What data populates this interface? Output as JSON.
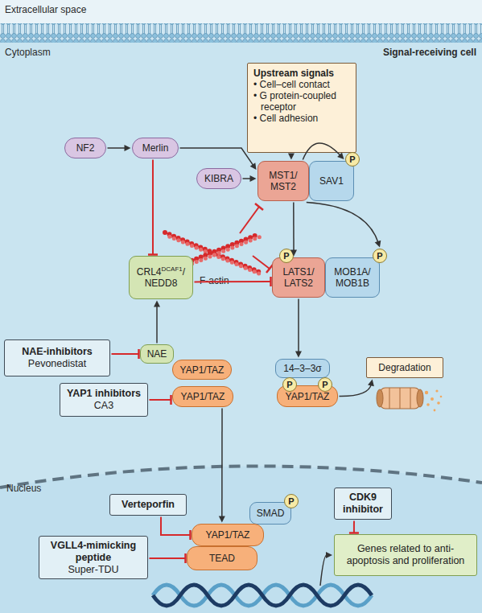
{
  "diagram": {
    "nodes": [
      {
        "text": [
          "Upstream signals",
          "• Cell–cell contact",
          "• G protein-coupled receptor",
          "• Cell adhesion"
        ]
      },
      {
        "text": [
          "NF2"
        ]
      },
      {
        "text": [
          "Merlin"
        ]
      },
      {
        "text": [
          "KIBRA"
        ]
      },
      {
        "text": [
          "MST1/ MST2"
        ]
      },
      {
        "text": [
          "SAV1"
        ]
      },
      {
        "text": [
          "P"
        ],
        "in": 5
      },
      {
        "text": [
          "LATS1/ LATS2"
        ]
      },
      {
        "text": [
          "P"
        ],
        "in": 7
      },
      {
        "text": [
          "MOB1A/ MOB1B"
        ]
      },
      {
        "text": [
          "P"
        ],
        "in": 9
      },
      {
        "text": [
          "CRL4",
          "DCAF1",
          "/ NEDD8"
        ]
      },
      {
        "text": [
          "NAE-inhibitors",
          "Pevonedistat"
        ]
      },
      {
        "text": [
          "NAE"
        ]
      },
      {
        "text": [
          "YAP1/TAZ"
        ]
      },
      {
        "text": [
          "14–3–3σ"
        ]
      },
      {
        "text": [
          "YAP1 inhibitors",
          "CA3"
        ]
      },
      {
        "text": [
          "YAP1/TAZ"
        ]
      },
      {
        "text": [
          "YAP1/TAZ"
        ]
      },
      {
        "text": [
          "P"
        ],
        "in": 18
      },
      {
        "text": [
          "P"
        ],
        "in": 18
      },
      {
        "text": [
          "Degradation"
        ]
      },
      {
        "text": [
          "Verteporfin"
        ]
      },
      {
        "text": [
          "SMAD"
        ]
      },
      {
        "text": [
          "P"
        ],
        "in": 23
      },
      {
        "text": [
          "CDK9 inhibitor"
        ]
      },
      {
        "text": [
          "YAP1/TAZ"
        ]
      },
      {
        "text": [
          "TEAD"
        ]
      },
      {
        "text": [
          "VGLL4-mimicking peptide",
          "Super-TDU"
        ]
      },
      {
        "text": [
          "Genes related to anti-apoptosis and proliferation"
        ]
      }
    ],
    "edges": [
      {
        "from": 1,
        "to": 2,
        "arrow": "to"
      },
      {
        "from": 2,
        "to": 4,
        "arrow": "to"
      },
      {
        "from": 2,
        "to": 11,
        "arrow": "to"
      },
      {
        "from": 3,
        "to": 4,
        "arrow": "to"
      },
      {
        "from": 0,
        "to": 4,
        "arrow": "to"
      },
      {
        "from": 4,
        "to": 6,
        "arrow": "to"
      },
      {
        "from": 4,
        "to": 7,
        "arrow": "to"
      },
      {
        "from": 4,
        "to": 10,
        "arrow": "to"
      },
      {
        "from": 11,
        "to": 7,
        "arrow": "to"
      },
      {
        "from": 13,
        "to": 11,
        "arrow": "to"
      },
      {
        "from": 12,
        "to": 13,
        "arrow": "to"
      },
      {
        "from": 7,
        "to": 15,
        "arrow": "to"
      },
      {
        "from": 16,
        "to": 17,
        "arrow": "to"
      },
      {
        "from": 18,
        "to": 21,
        "arrow": "to"
      },
      {
        "from": 17,
        "to": 26,
        "arrow": "to"
      },
      {
        "from": 22,
        "to": 26,
        "arrow": "to"
      },
      {
        "from": 28,
        "to": 27,
        "arrow": "to"
      },
      {
        "from": 25,
        "to": 29,
        "arrow": "to"
      }
    ],
    "labels": [
      "Extracellular space",
      "Cytoplasm",
      "Signal-receiving cell",
      "F-actin",
      "Nucleus"
    ]
  }
}
